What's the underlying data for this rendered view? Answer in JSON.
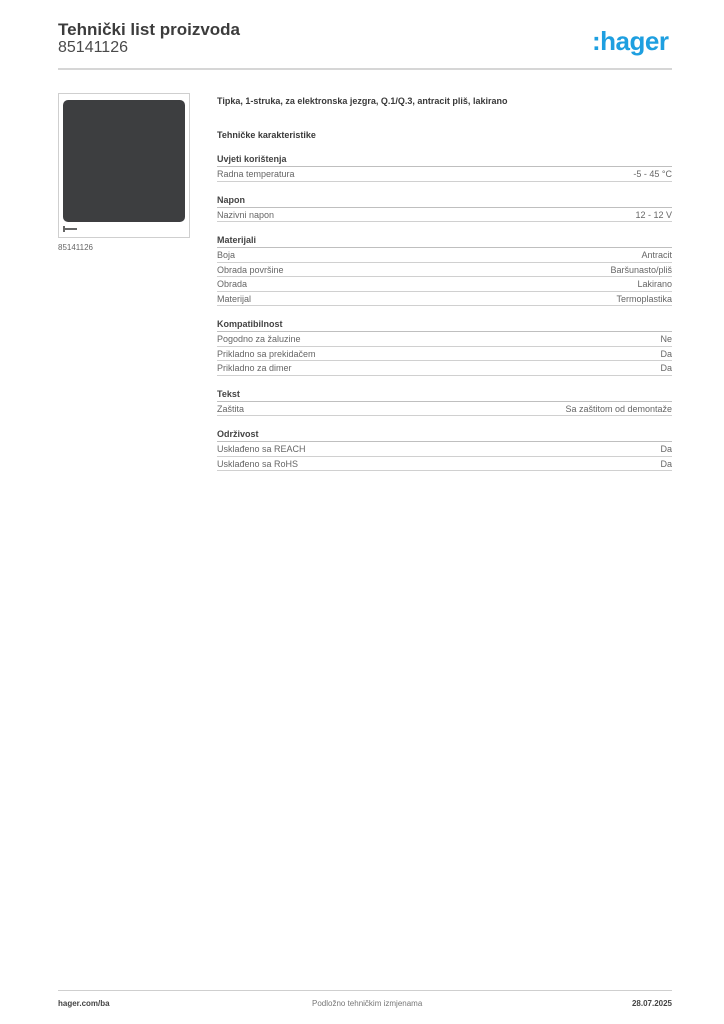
{
  "header": {
    "title": "Tehnički list proizvoda",
    "code": "85141126",
    "logo": ":hager",
    "logo_color": "#1e9fe0"
  },
  "image_panel": {
    "caption": "85141126",
    "product_color": "#3d3e40",
    "icon": "product-marker-icon"
  },
  "product": {
    "description": "Tipka, 1-struka, za elektronska jezgra, Q.1/Q.3, antracit pliš, lakirano"
  },
  "specs": {
    "title": "Tehničke karakteristike",
    "groups": [
      {
        "title": "Uvjeti korištenja",
        "rows": [
          {
            "label": "Radna temperatura",
            "value": "-5 - 45 °C"
          }
        ]
      },
      {
        "title": "Napon",
        "rows": [
          {
            "label": "Nazivni napon",
            "value": "12 - 12 V"
          }
        ]
      },
      {
        "title": "Materijali",
        "rows": [
          {
            "label": "Boja",
            "value": "Antracit"
          },
          {
            "label": "Obrada površine",
            "value": "Baršunasto/pliš"
          },
          {
            "label": "Obrada",
            "value": "Lakirano"
          },
          {
            "label": "Materijal",
            "value": "Termoplastika"
          }
        ]
      },
      {
        "title": "Kompatibilnost",
        "rows": [
          {
            "label": "Pogodno za žaluzine",
            "value": "Ne"
          },
          {
            "label": "Prikladno sa prekidačem",
            "value": "Da"
          },
          {
            "label": "Prikladno za dimer",
            "value": "Da"
          }
        ]
      },
      {
        "title": "Tekst",
        "rows": [
          {
            "label": "Zaštita",
            "value": "Sa zaštitom od demontaže"
          }
        ]
      },
      {
        "title": "Održivost",
        "rows": [
          {
            "label": "Usklađeno sa REACH",
            "value": "Da"
          },
          {
            "label": "Usklađeno sa RoHS",
            "value": "Da"
          }
        ]
      }
    ]
  },
  "footer": {
    "website": "hager.com/ba",
    "notice": "Podložno tehničkim izmjenama",
    "date": "28.07.2025"
  }
}
